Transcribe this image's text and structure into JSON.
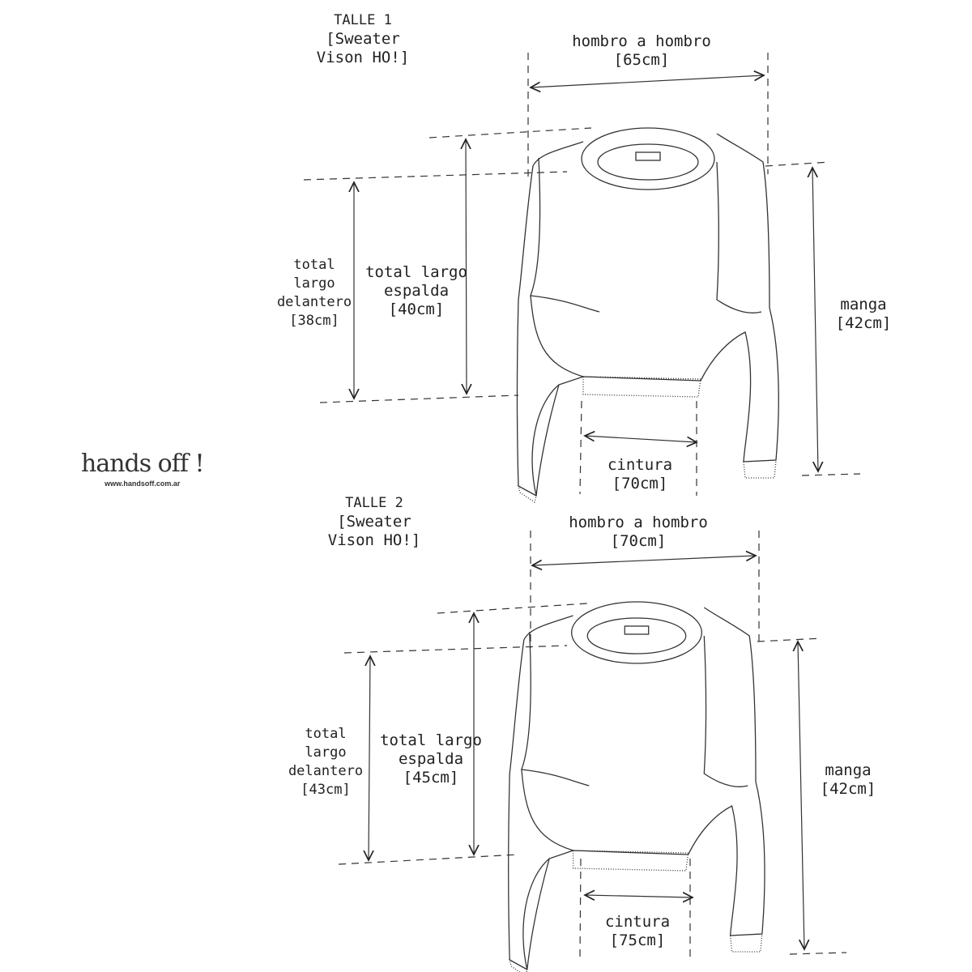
{
  "panels": [
    {
      "size": "TALLE 1",
      "product_line1": "[Sweater",
      "product_line2": "Vison HO!]",
      "shoulder": {
        "label": "hombro a hombro",
        "value": "[65cm]"
      },
      "front": {
        "l1": "total",
        "l2": "largo",
        "l3": "delantero",
        "value": "[38cm]"
      },
      "back": {
        "l1": "total largo",
        "l2": "espalda",
        "value": "[40cm]"
      },
      "sleeve": {
        "label": "manga",
        "value": "[42cm]"
      },
      "waist": {
        "label": "cintura",
        "value": "[70cm]"
      }
    },
    {
      "size": "TALLE 2",
      "product_line1": "[Sweater",
      "product_line2": "Vison HO!]",
      "shoulder": {
        "label": "hombro a hombro",
        "value": "[70cm]"
      },
      "front": {
        "l1": "total",
        "l2": "largo",
        "l3": "delantero",
        "value": "[43cm]"
      },
      "back": {
        "l1": "total largo",
        "l2": "espalda",
        "value": "[45cm]"
      },
      "sleeve": {
        "label": "manga",
        "value": "[42cm]"
      },
      "waist": {
        "label": "cintura",
        "value": "[75cm]"
      }
    }
  ],
  "logo": {
    "brand": "hands off !",
    "url": "www.handsoff.com.ar"
  }
}
